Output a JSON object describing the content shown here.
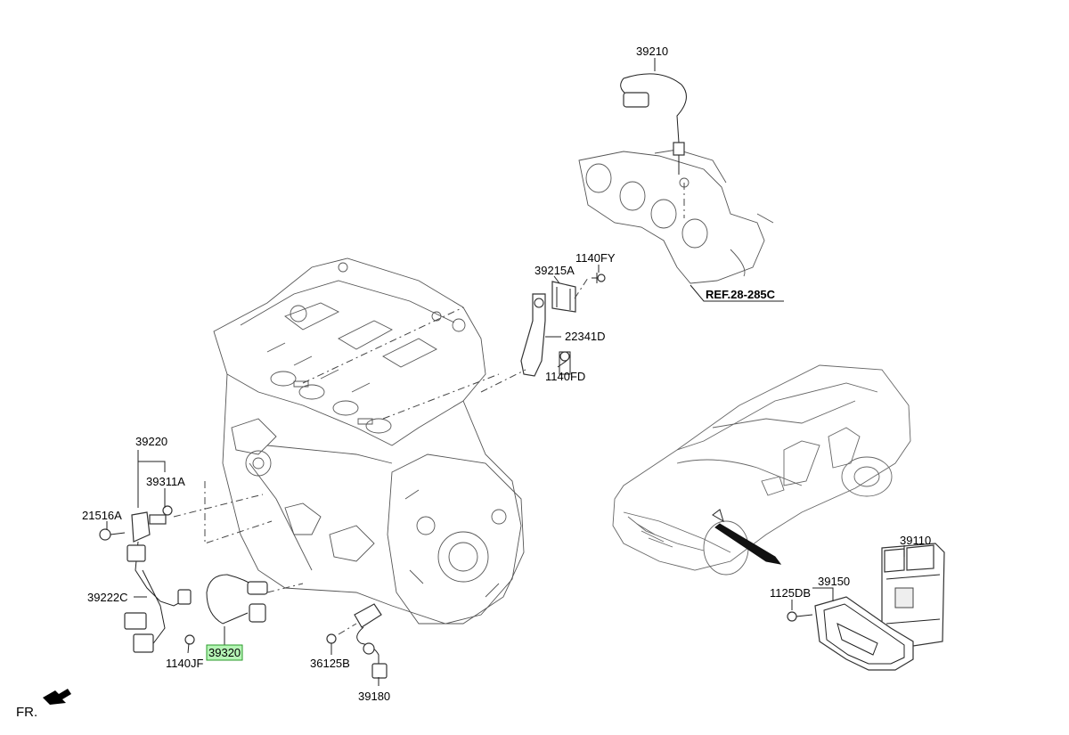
{
  "labels": {
    "p39210": "39210",
    "p1140FY": "1140FY",
    "p39215A": "39215A",
    "ref": "REF.28-285C",
    "p22341D": "22341D",
    "p1140FD": "1140FD",
    "p39220": "39220",
    "p39311A": "39311A",
    "p21516A": "21516A",
    "p39222C": "39222C",
    "p1140JF": "1140JF",
    "p39320": "39320",
    "p36125B": "36125B",
    "p39180": "39180",
    "p39110": "39110",
    "p1125DB": "1125DB",
    "p39150": "39150",
    "fr": "FR."
  },
  "highlight": {
    "part": "39320",
    "color": "#b6f5b6"
  }
}
